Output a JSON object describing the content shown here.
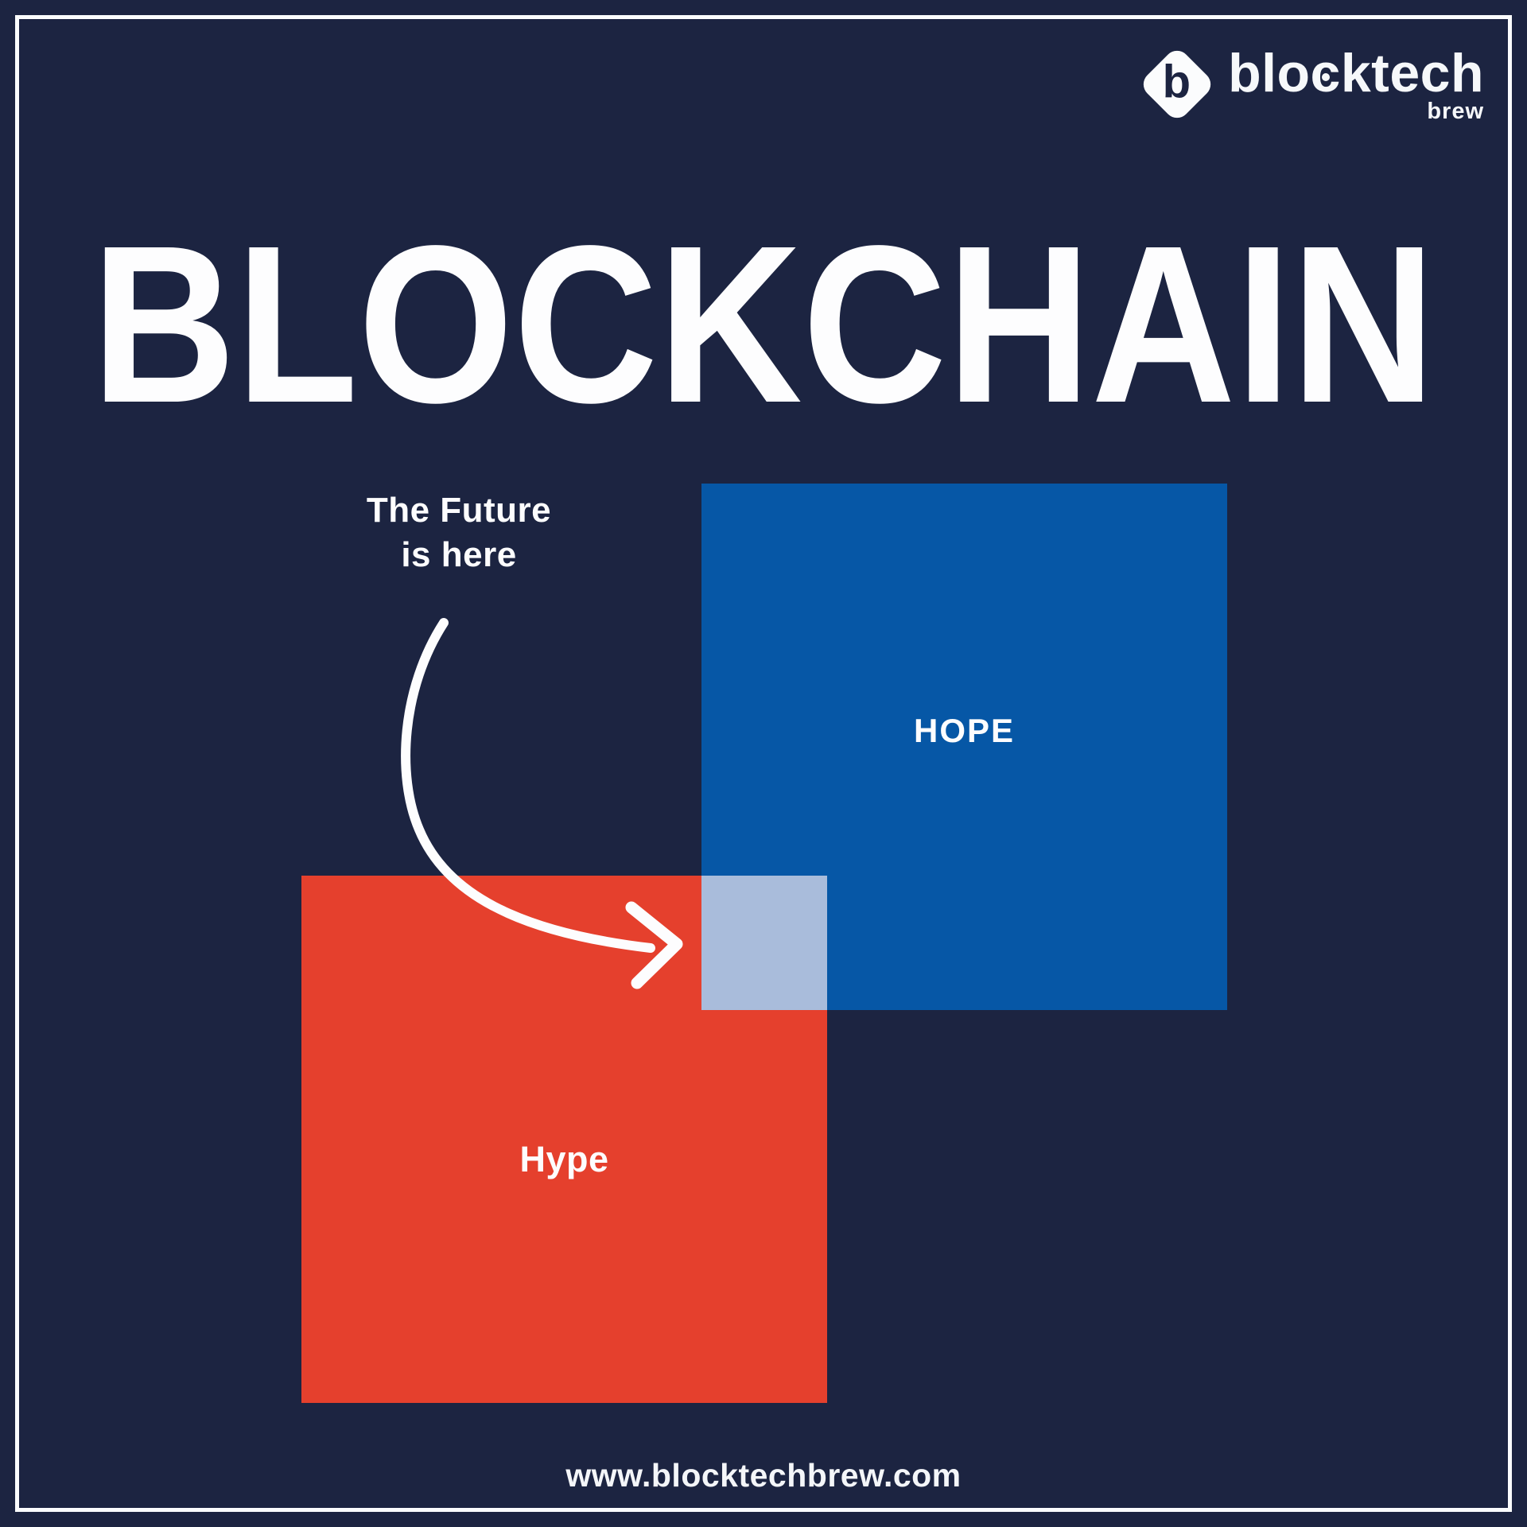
{
  "page": {
    "background_color": "#1c2441",
    "frame_color": "#fbfcfd",
    "text_color": "#ffffff"
  },
  "logo": {
    "icon_letter": "b",
    "wordmark_parts": [
      "blo",
      "c",
      "ktech"
    ],
    "wordmark": "blocktech",
    "subtext": "brew"
  },
  "title": "BLOCKCHAIN",
  "annotation": {
    "line1": "The Future",
    "line2": "is here"
  },
  "venn": {
    "hope": {
      "label": "HOPE",
      "color": "#0657a6"
    },
    "hype": {
      "label": "Hype",
      "color": "#e5402d"
    },
    "overlap_color": "#a9bcdb"
  },
  "footer": {
    "url": "www.blocktechbrew.com"
  }
}
